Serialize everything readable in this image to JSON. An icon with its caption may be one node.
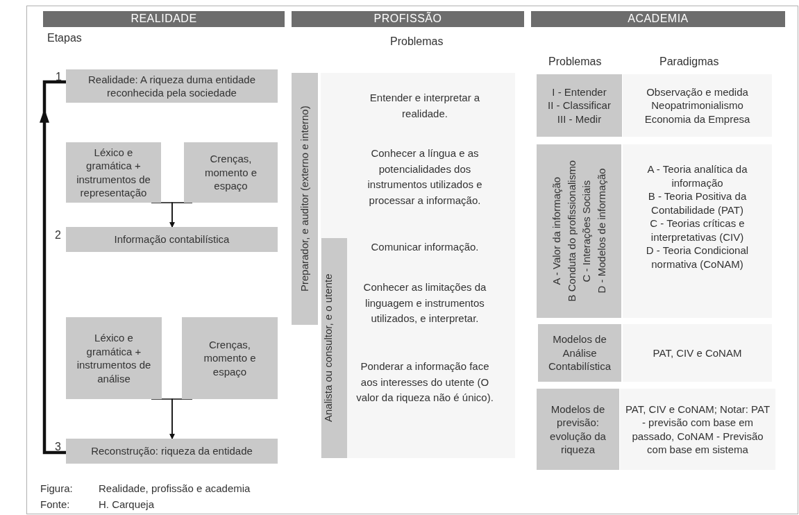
{
  "diagram": {
    "nodes": [
      {
        "text": [
          "REALIDADE"
        ]
      },
      {
        "text": [
          "PROFISSÃO"
        ]
      },
      {
        "text": [
          "ACADEMIA"
        ]
      },
      {
        "text": [
          "Realidade: A riqueza duma entidade reconhecida pela sociedade"
        ],
        "beside": [
          "1"
        ]
      },
      {
        "text": [
          "Léxico e gramática + instrumentos de representação"
        ]
      },
      {
        "text": [
          "Crenças, momento e espaço"
        ]
      },
      {
        "text": [
          "Informação contabilística"
        ],
        "beside": [
          "2"
        ]
      },
      {
        "text": [
          "Léxico e gramática + instrumentos de análise"
        ]
      },
      {
        "text": [
          "Crenças, momento e espaço"
        ]
      },
      {
        "text": [
          "Reconstrução: riqueza da entidade"
        ],
        "beside": [
          "3"
        ]
      },
      {
        "text": [
          "Preparador, e auditor (externo e interno)"
        ]
      },
      {
        "text": [
          "Entender e interpretar a realidade.",
          "Conhecer a língua e as potencialidades dos instrumentos utilizados e processar a informação.",
          "Comunicar informação.",
          "Conhecer as limitações da linguagem e instrumentos utilizados, e interpretar.",
          "Ponderar a informação face aos interesses do utente (O valor da riqueza não é único)."
        ]
      },
      {
        "text": [
          "Analista ou consultor, e o utente"
        ],
        "in": 11
      },
      {
        "text": [
          "I - Entender",
          "II - Classificar",
          "III - Medir"
        ]
      },
      {
        "text": [
          "Observação e medida",
          "Neopatrimonialismo",
          "Economia da Empresa"
        ]
      },
      {
        "text": [
          "A - Valor da informação",
          "B Conduta do profissionalismo",
          "C - Interações Sociais",
          "D - Modelos de informação"
        ]
      },
      {
        "text": [
          "A - Teoria analítica da informação",
          "B - Teoria Positiva da Contabilidade (PAT)",
          "C - Teorias críticas e interpretativas (CIV)",
          "D - Teoria Condicional normativa (CoNAM)"
        ]
      },
      {
        "text": [
          "Modelos de Análise Contabilística"
        ]
      },
      {
        "text": [
          "PAT, CIV e CoNAM"
        ]
      },
      {
        "text": [
          "Modelos de previsão: evolução da riqueza"
        ]
      },
      {
        "text": [
          "PAT, CIV e CoNAM; Notar: PAT - previsão com base em passado, CoNAM - Previsão com base em sistema"
        ]
      }
    ],
    "edges": [
      {
        "from": 9,
        "to": 3,
        "arrow": "to",
        "style": "thick"
      },
      {
        "from": 4,
        "to": 6,
        "arrow": "to"
      },
      {
        "from": 5,
        "to": 6,
        "arrow": "to"
      },
      {
        "from": 7,
        "to": 9,
        "arrow": "to"
      },
      {
        "from": 8,
        "to": 9,
        "arrow": "to"
      }
    ],
    "labels": [
      "Etapas",
      "Problemas",
      "Problemas",
      "Paradigmas",
      "Figura:",
      "Realidade, profissão e academia",
      "Fonte:",
      "H. Carqueja"
    ]
  }
}
